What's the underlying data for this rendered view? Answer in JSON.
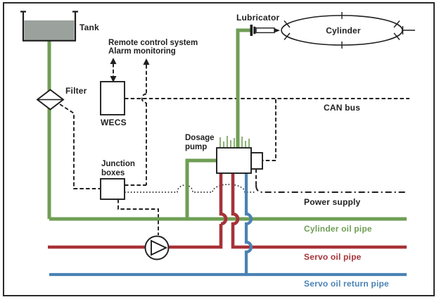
{
  "diagram": {
    "type": "lubrication-system-diagram",
    "labels": {
      "tank": "Tank",
      "filter": "Filter",
      "remote_control_system": "Remote control system",
      "alarm_monitoring": "Alarm monitoring",
      "wecs": "WECS",
      "junction_boxes_1": "Junction",
      "junction_boxes_2": "boxes",
      "dosage_pump_1": "Dosage",
      "dosage_pump_2": "pump",
      "lubricator": "Lubricator",
      "cylinder": "Cylinder",
      "can_bus": "CAN bus",
      "power_supply": "Power supply",
      "cylinder_oil_pipe": "Cylinder oil pipe",
      "servo_oil_pipe": "Servo oil pipe",
      "servo_oil_return_pipe": "Servo oil return pipe"
    },
    "colors": {
      "cylinder_oil": "#6f9e55",
      "servo_oil": "#a63238",
      "servo_oil_return": "#4a82b4",
      "tank_fill": "#9ba19c",
      "line": "#1f1f1f"
    }
  }
}
